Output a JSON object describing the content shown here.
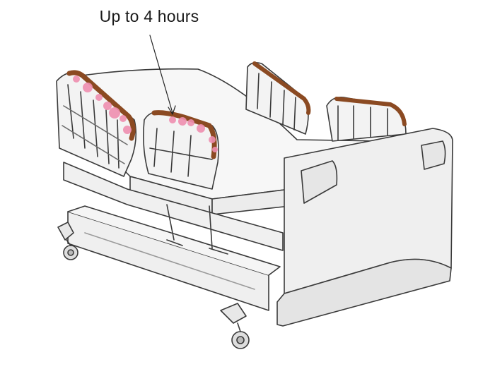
{
  "annotation": {
    "label": "Up to 4 hours"
  },
  "colors": {
    "outline": "#3a3a3a",
    "frame_fill": "#f1f1f1",
    "mattress_fill": "#f7f7f7",
    "rail_handle": "#8b4a22",
    "rail_handle_highlight": "#a8602e",
    "contamination": "#ef8fb0",
    "footboard_fill": "#efefef"
  },
  "icons": {
    "contamination_marks": "pink-dots",
    "object": "hospital-bed"
  }
}
